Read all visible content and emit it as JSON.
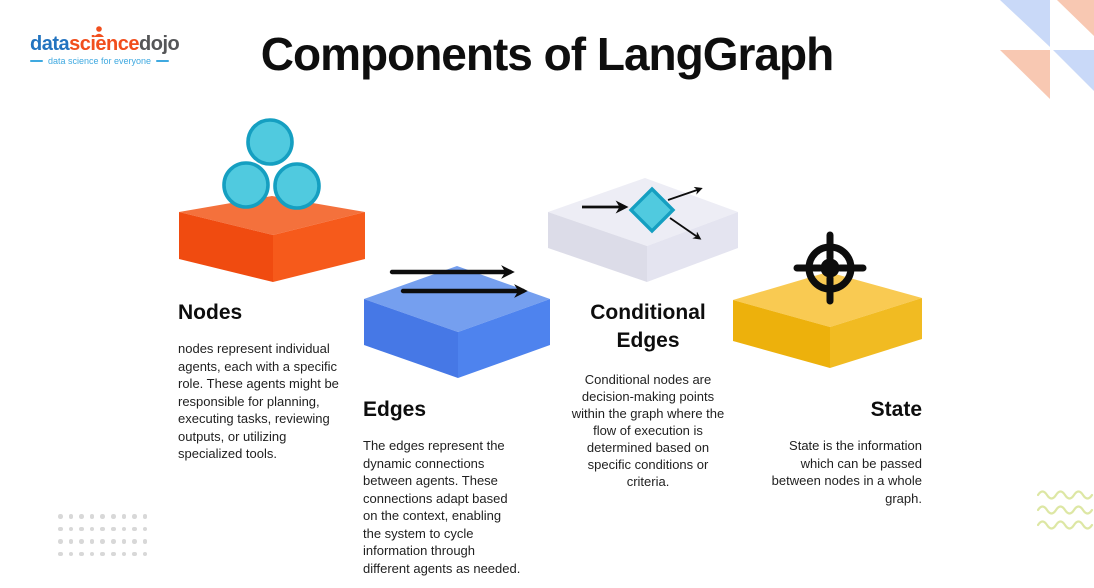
{
  "page": {
    "title": "Components of LangGraph",
    "background": "#ffffff"
  },
  "logo": {
    "word_data": "data",
    "word_science": "science",
    "word_dojo": "dojo",
    "tagline": "data science for everyone",
    "colors": {
      "data": "#2374c0",
      "science": "#f14e1d",
      "dojo": "#555658",
      "tagline": "#3fa9e0",
      "person": "#f14e1d"
    }
  },
  "components": [
    {
      "id": "nodes",
      "heading": "Nodes",
      "body_lines": [
        "nodes represent individual",
        "agents, each with a specific",
        "role. These agents might be",
        "responsible for planning,",
        "executing tasks, reviewing",
        "outputs, or utilizing",
        "specialized tools."
      ],
      "align": "left",
      "icon": "three-agent-circles",
      "platform": {
        "top": "#f4713c",
        "left": "#f04b10",
        "right": "#f65a1b"
      }
    },
    {
      "id": "edges",
      "heading": "Edges",
      "body_lines": [
        "The edges represent the",
        "dynamic connections",
        "between agents. These",
        "connections adapt based",
        "on the context, enabling",
        "the system to cycle",
        "information through",
        "different agents as needed."
      ],
      "align": "left",
      "icon": "double-flow-arrows",
      "platform": {
        "top": "#759fef",
        "left": "#4678e6",
        "right": "#4e83ee"
      }
    },
    {
      "id": "conditional-edges",
      "heading_lines": [
        "Conditional",
        "Edges"
      ],
      "heading": "Conditional Edges",
      "body_lines": [
        "Conditional nodes are",
        "decision-making points",
        "within the graph where the",
        "flow of execution is",
        "determined based on",
        "specific conditions or",
        "criteria."
      ],
      "align": "center",
      "icon": "decision-diamond",
      "platform": {
        "top": "#ededf5",
        "left": "#dcdce8",
        "right": "#e4e4f0"
      }
    },
    {
      "id": "state",
      "heading": "State",
      "body_lines": [
        "State is the information",
        "which can be passed",
        "between nodes in a whole",
        "graph."
      ],
      "align": "right",
      "icon": "target-crosshair",
      "platform": {
        "top": "#f9ca52",
        "left": "#edb10c",
        "right": "#f1bb22"
      }
    }
  ],
  "icon_colors": {
    "cyan_fill": "#50cadf",
    "cyan_stroke": "#159fc1",
    "arrow": "#0d0d0d"
  },
  "decorations": {
    "triangle_blue": "#c9d9f8",
    "triangle_peach": "#f8c8b2",
    "wave_color": "#dde7a4",
    "dot_color": "#d8d8d8",
    "dot_grid": {
      "cols": 9,
      "rows": 4
    }
  }
}
